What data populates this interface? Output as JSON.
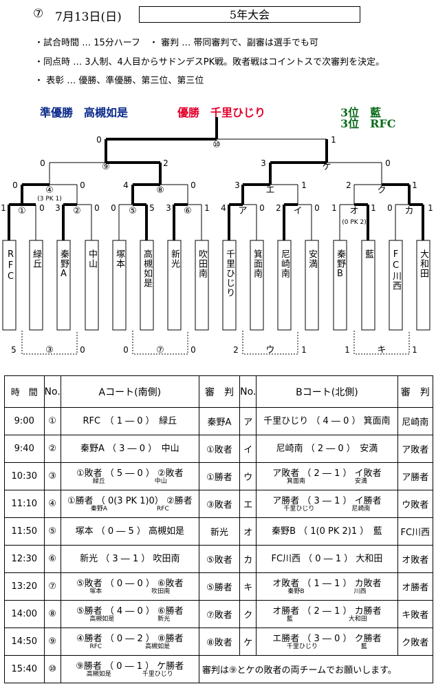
{
  "header": {
    "number": "⑦",
    "date": "7月13日(日)",
    "title": "5年大会"
  },
  "rules": [
    "・試合時間 … 15分ハーフ　・ 審判 … 帯同審判で、副審は選手でも可",
    "・同点時 … 3人制、4人目からサドンデスPK戦。敗者戦はコイントスで次審判を決定。",
    "・ 表彰 … 優勝、準優勝、第三位、第三位"
  ],
  "results": {
    "runner_up": "準優勝　高槻如是",
    "winner": "優勝　千里ひじり",
    "third1": "3位　藍",
    "third2": "3位　RFC",
    "runner_up_color": "#0b2a8a",
    "winner_color": "#e4002b",
    "third_color": "#0a6a1a"
  },
  "teams": [
    "RFC",
    "緑丘",
    "秦野A",
    "中山",
    "塚本",
    "高槻如是",
    "新光",
    "吹田南",
    "千里ひじり",
    "箕面南",
    "尼崎南",
    "安満",
    "秦野B",
    "藍",
    "FC川西",
    "大和田"
  ],
  "bracket": {
    "r1_labels": [
      "①",
      "②",
      "⑤",
      "⑥",
      "ア",
      "イ",
      "オ",
      "カ"
    ],
    "r1_scores": [
      "1",
      "0",
      "3",
      "0",
      "0",
      "5",
      "3",
      "1",
      "4",
      "0",
      "2",
      "0",
      "1",
      "1",
      "0",
      "1"
    ],
    "r2_labels": [
      "④",
      "⑧",
      "エ",
      "ク"
    ],
    "r2_scores": [
      "0",
      "0",
      "4",
      "0",
      "3",
      "1",
      "2",
      "1"
    ],
    "r3_labels": [
      "⑨",
      "ケ"
    ],
    "r3_scores": [
      "0",
      "2",
      "3",
      "0"
    ],
    "final_label": "⑩",
    "final_scores": [
      "0",
      "1"
    ],
    "pk_notes": [
      "(3 PK 1)",
      "(0 PK 2)"
    ],
    "consolation": {
      "labels": [
        "③",
        "⑦",
        "ウ",
        "キ"
      ],
      "scores": [
        "5",
        "0",
        "0",
        "0",
        "2",
        "1",
        "1",
        "1"
      ]
    }
  },
  "schedule": {
    "headers": {
      "time": "時　間",
      "no": "No.",
      "court_a": "Aコート(南側)",
      "ref_a": "審　判",
      "court_b": "Bコート(北側)",
      "ref_b": "審　判"
    },
    "rows": [
      {
        "time": "9:00",
        "no_a": "①",
        "match_a": "RFC　（ 1 ― 0 ）　緑丘",
        "sub_a": "",
        "ref_a": "秦野A",
        "no_b": "ア",
        "match_b": "千里ひじり （ 4 ― 0 ） 箕面南",
        "sub_b": "",
        "ref_b": "尼崎南"
      },
      {
        "time": "9:40",
        "no_a": "②",
        "match_a": "秦野A （ 3 ― 0 ）　中山",
        "sub_a": "",
        "ref_a": "①敗者",
        "no_b": "イ",
        "match_b": "尼崎南 （ 2 ― 0 ）　安満",
        "sub_b": "",
        "ref_b": "ア敗者"
      },
      {
        "time": "10:30",
        "no_a": "③",
        "match_a": "①敗者 （ 5 ― 0 ） ②敗者",
        "sub_a": "緑丘　　　　　　　　中山",
        "ref_a": "①勝者",
        "no_b": "ウ",
        "match_b": "ア敗者 （ 2 ― 1 ） イ敗者",
        "sub_b": "箕面南　　　　　　　　安満",
        "ref_b": "ア勝者"
      },
      {
        "time": "11:10",
        "no_a": "④",
        "match_a": "①勝者 （ 0(3 PK 1)0） ②勝者",
        "sub_a": "秦野A　　　　　　　　RFC",
        "ref_a": "③敗者",
        "no_b": "エ",
        "match_b": "ア勝者 （ 3 ― 1 ） イ勝者",
        "sub_b": "千里ひじり　　　　　　尼崎南",
        "ref_b": "ウ敗者"
      },
      {
        "time": "11:50",
        "no_a": "⑤",
        "match_a": "塚本 （ 0 ― 5 ） 高槻如是",
        "sub_a": "",
        "ref_a": "新光",
        "no_b": "オ",
        "match_b": "秦野B （ 1(0 PK 2)1 ）　藍",
        "sub_b": "",
        "ref_b": "FC川西"
      },
      {
        "time": "12:30",
        "no_a": "⑥",
        "match_a": "新光 （ 3 ― 1 ） 吹田南",
        "sub_a": "",
        "ref_a": "⑤敗者",
        "no_b": "カ",
        "match_b": "FC川西 （ 0 ― 1 ） 大和田",
        "sub_b": "",
        "ref_b": "オ敗者"
      },
      {
        "time": "13:20",
        "no_a": "⑦",
        "match_a": "⑤敗者 （ 0 ― 0 ） ⑥敗者",
        "sub_a": "塚本　　　　　　　　吹田南",
        "ref_a": "⑤勝者",
        "no_b": "キ",
        "match_b": "オ敗者 （ 1 ― 1 ） カ敗者",
        "sub_b": "秦野B　　　　　　　　川西",
        "ref_b": "オ勝者"
      },
      {
        "time": "14:00",
        "no_a": "⑧",
        "match_a": "⑤勝者 （ 4 ― 0 ） ⑥勝者",
        "sub_a": "高槻如是　　　　　　　新光",
        "ref_a": "⑦敗者",
        "no_b": "ク",
        "match_b": "オ勝者 （ 2 ― 1 ） カ勝者",
        "sub_b": "藍　　　　　　　　　大和田",
        "ref_b": "キ敗者"
      },
      {
        "time": "14:50",
        "no_a": "⑨",
        "match_a": "④勝者 （ 0 ― 2 ） ⑧勝者",
        "sub_a": "RFC　　　　　　　高槻如是",
        "ref_a": "⑧敗者",
        "no_b": "ケ",
        "match_b": "エ勝者 （ 3 ― 0 ） ク勝者",
        "sub_b": "千里ひじり　　　　　　　藍",
        "ref_b": "ク敗者"
      }
    ],
    "final_row": {
      "time": "15:40",
      "no": "⑩",
      "match": "⑨勝者 （ 0 ― 1 ） ケ勝者",
      "sub": "高槻如是　　　　　千里ひじり",
      "note": "審判は⑨とケの敗者の両チームでお願いします。"
    }
  }
}
